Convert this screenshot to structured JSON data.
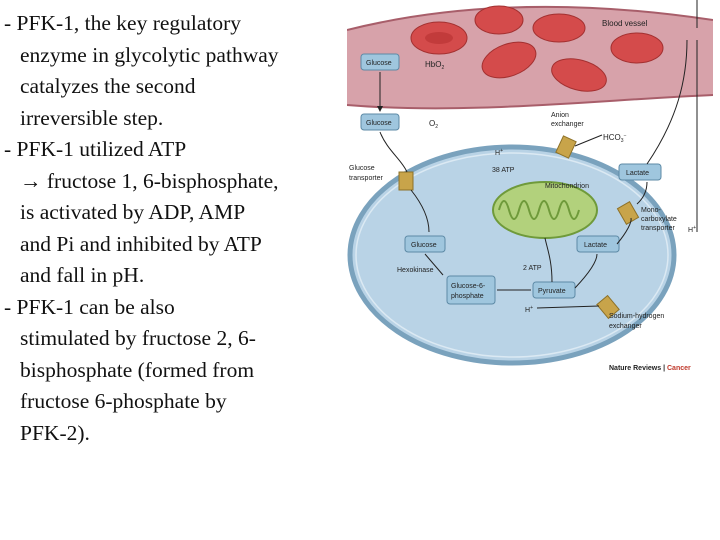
{
  "text_lines": [
    {
      "text": "- PFK-1, the key regulatory",
      "indent": false
    },
    {
      "text": "enzyme in glycolytic pathway",
      "indent": true
    },
    {
      "text": "catalyzes the second",
      "indent": true
    },
    {
      "text": "irreversible step.",
      "indent": true
    },
    {
      "text": "- PFK-1 utilized ATP",
      "indent": false
    },
    {
      "text": "→ fructose 1, 6-bisphosphate,",
      "indent": true
    },
    {
      "text": "is activated by ADP, AMP",
      "indent": true
    },
    {
      "text": "and Pi and inhibited by ATP",
      "indent": true
    },
    {
      "text": "and fall in pH.",
      "indent": true
    },
    {
      "text": "- PFK-1  can be also",
      "indent": false
    },
    {
      "text": "stimulated by fructose 2, 6-",
      "indent": true
    },
    {
      "text": "bisphosphate (formed from",
      "indent": true
    },
    {
      "text": "fructose 6-phosphate by",
      "indent": true
    },
    {
      "text": "PFK-2).",
      "indent": true
    }
  ],
  "figure": {
    "blood_vessel": "Blood vessel",
    "glucose_outside": "Glucose",
    "hbo2": "HbO",
    "hbo2_sub": "2",
    "glucose_mid": "Glucose",
    "o2": "O",
    "o2_sub": "2",
    "anion_exchanger": [
      "Anion",
      "exchanger"
    ],
    "hco3": "HCO",
    "hco3_sub": "3",
    "hco3_sup": "−",
    "h_plus_1": "H",
    "h_plus_sup": "+",
    "glucose_transporter": [
      "Glucose",
      "transporter"
    ],
    "atp38": "38 ATP",
    "mitochondrion": "Mitochondrion",
    "lactate_out": "Lactate",
    "glucose_cell": "Glucose",
    "lactate_cell": "Lactate",
    "mct": [
      "Mono-",
      "carboxylate",
      "transporter"
    ],
    "h_plus_right": "H",
    "hexokinase": "Hexokinase",
    "g6p": [
      "Glucose-6-",
      "phosphate"
    ],
    "atp2": "2 ATP",
    "pyruvate": "Pyruvate",
    "h_plus_bottom": "H",
    "nhe": [
      "Sodium-hydrogen",
      "exchanger"
    ],
    "journal": "Nature Reviews",
    "journal_sep": " | ",
    "journal_section": "Cancer",
    "colors": {
      "vessel": "#c9838e",
      "rbc": "#d44b4b",
      "cell": "#b9d3e6",
      "membrane": "#7aa2bd",
      "mito": "#b2d17c",
      "box": "#9fc6de",
      "transporter": "#c8a44a"
    }
  }
}
